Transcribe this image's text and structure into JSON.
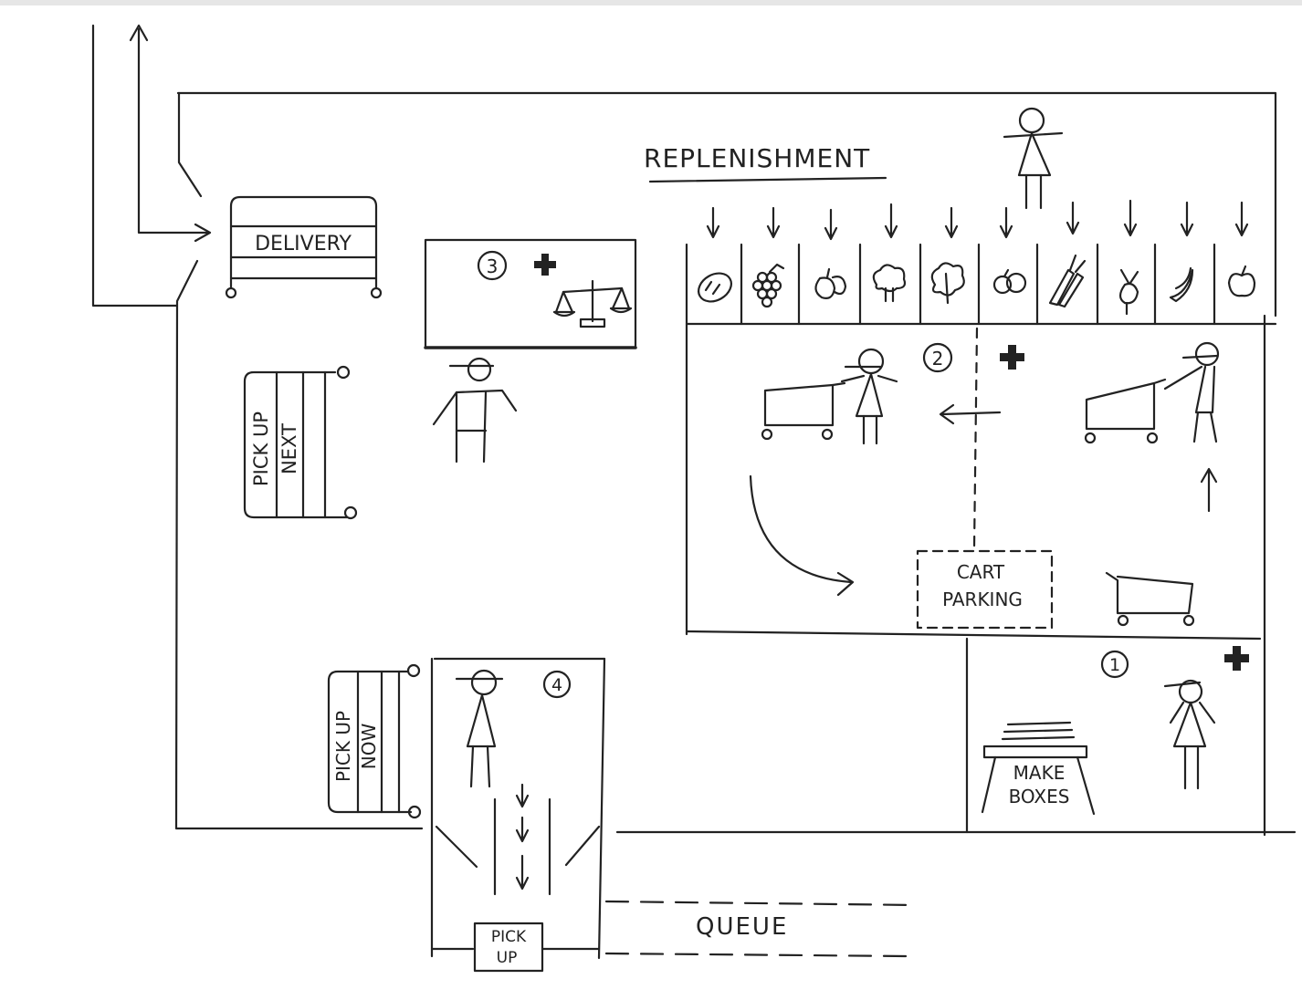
{
  "labels": {
    "replenishment": "REPLENISHMENT",
    "delivery": "DELIVERY",
    "pickup_next_line1": "PICK UP",
    "pickup_next_line2": "NEXT",
    "pickup_now_line1": "PICK UP",
    "pickup_now_line2": "NOW",
    "cart_parking_line1": "CART",
    "cart_parking_line2": "PARKING",
    "make_boxes_line1": "MAKE",
    "make_boxes_line2": "BOXES",
    "pick_up_booth_line1": "PICK",
    "pick_up_booth_line2": "UP",
    "queue": "QUEUE"
  },
  "stations": [
    {
      "number": "1"
    },
    {
      "number": "2"
    },
    {
      "number": "3"
    },
    {
      "number": "4"
    }
  ],
  "produce_icons": [
    "bread-icon",
    "grapes-icon",
    "peppers-icon",
    "broccoli-icon",
    "lettuce-icon",
    "onion-icon",
    "carrots-icon",
    "beet-icon",
    "bananas-icon",
    "apple-icon"
  ],
  "colors": {
    "ink": "#222222",
    "paper": "#ffffff"
  }
}
